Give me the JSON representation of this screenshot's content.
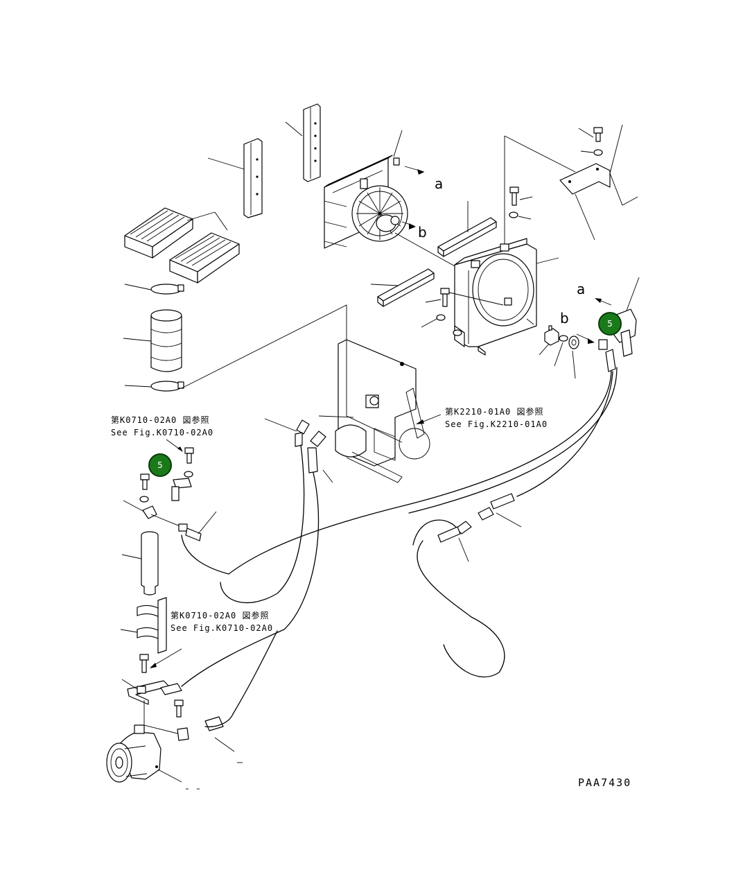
{
  "drawing_code": "PAA7430",
  "refs": {
    "k0710_top_jp": "第K0710-02A0 図参照",
    "k0710_top_en": "See Fig.K0710-02A0",
    "k0710_mid_jp": "第K0710-02A0 図参照",
    "k0710_mid_en": "See Fig.K0710-02A0",
    "k2210_jp": "第K2210-01A0 図参照",
    "k2210_en": "See Fig.K2210-01A0"
  },
  "arrow_labels": {
    "a_fan": "a",
    "b_fan": "b",
    "a_right": "a",
    "b_right": "b"
  },
  "markers": [
    {
      "label": "5",
      "color": "#1a7a1a"
    },
    {
      "label": "5",
      "color": "#1a7a1a"
    }
  ]
}
